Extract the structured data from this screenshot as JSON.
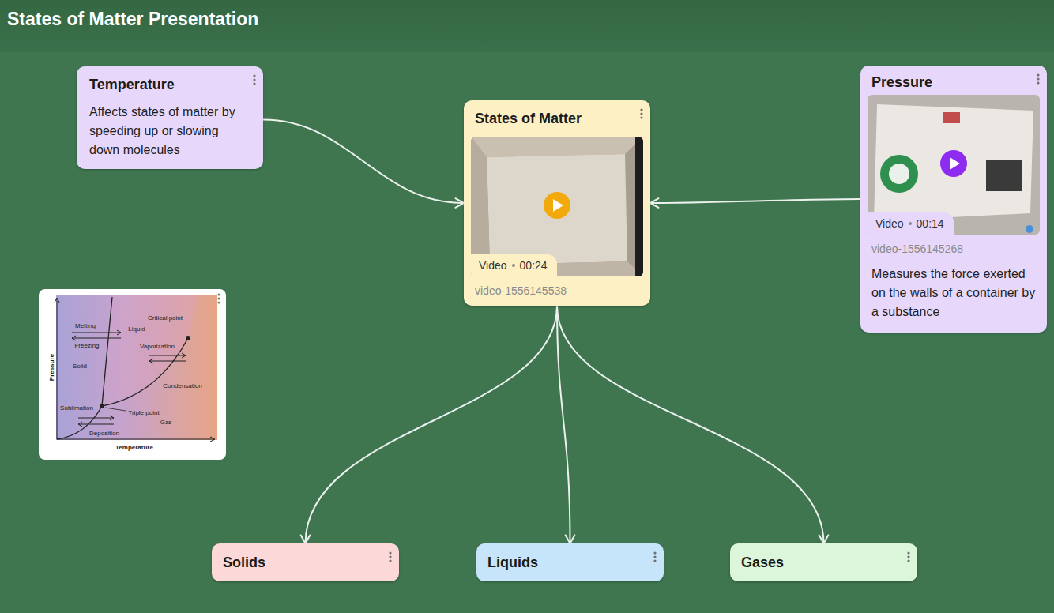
{
  "diagram": {
    "title": "States of Matter Presentation",
    "nodes": [
      {
        "text": [
          "Temperature",
          "Affects states of matter by speeding up or slowing down molecules"
        ]
      },
      {
        "text": [
          "States of Matter",
          "Video",
          "00:24",
          "video-1556145538"
        ]
      },
      {
        "text": [
          "Pressure",
          "Video",
          "00:14",
          "video-1556145268",
          "Measures the force exerted on the walls of a container by a substance"
        ]
      },
      {
        "text": [
          "Solids"
        ]
      },
      {
        "text": [
          "Liquids"
        ]
      },
      {
        "text": [
          "Gases"
        ]
      }
    ],
    "edges": [
      {
        "from": 0,
        "to": 1,
        "arrow": "to"
      },
      {
        "from": 2,
        "to": 1,
        "arrow": "to"
      },
      {
        "from": 1,
        "to": 3,
        "arrow": "to"
      },
      {
        "from": 1,
        "to": 4,
        "arrow": "to"
      },
      {
        "from": 1,
        "to": 5,
        "arrow": "to"
      }
    ],
    "labels": [
      "Melting",
      "Critical point",
      "Liquid",
      "Freezing",
      "Solid",
      "Vaporization",
      "Condensation",
      "Sublimation",
      "Triple point",
      "Gas",
      "Deposition",
      "Pressure",
      "Temperature"
    ]
  }
}
